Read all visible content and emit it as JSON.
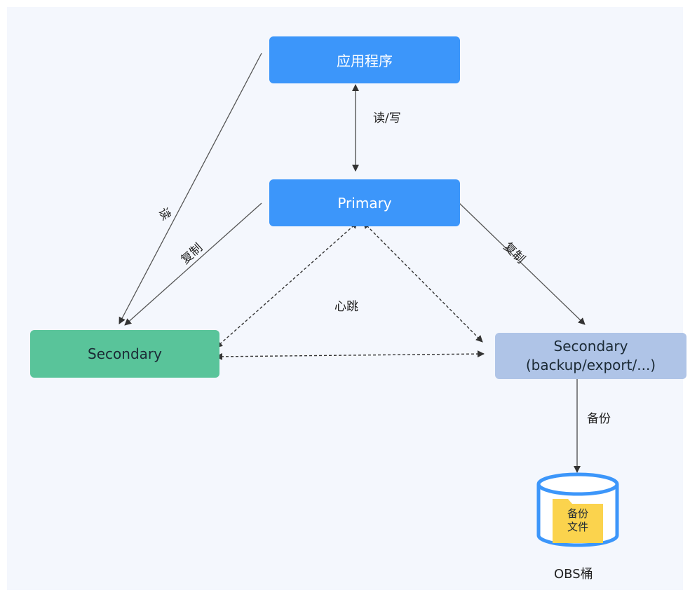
{
  "nodes": {
    "app": "应用程序",
    "primary": "Primary",
    "secondary_left": "Secondary",
    "secondary_right_line1": "Secondary",
    "secondary_right_line2": "(backup/export/...)"
  },
  "edges": {
    "read_write": "读/写",
    "read": "读",
    "replicate_left": "复制",
    "replicate_right": "复制",
    "heartbeat": "心跳",
    "backup": "备份"
  },
  "storage": {
    "folder_line1": "备份",
    "folder_line2": "文件",
    "bucket_label": "OBS桶"
  },
  "colors": {
    "primary_blue": "#3c96fa",
    "secondary_green": "#59c49a",
    "secondary_light_blue": "#afc4e7",
    "folder_yellow": "#fbd34d",
    "bucket_border": "#3c96fa",
    "background": "#f4f7fd"
  }
}
